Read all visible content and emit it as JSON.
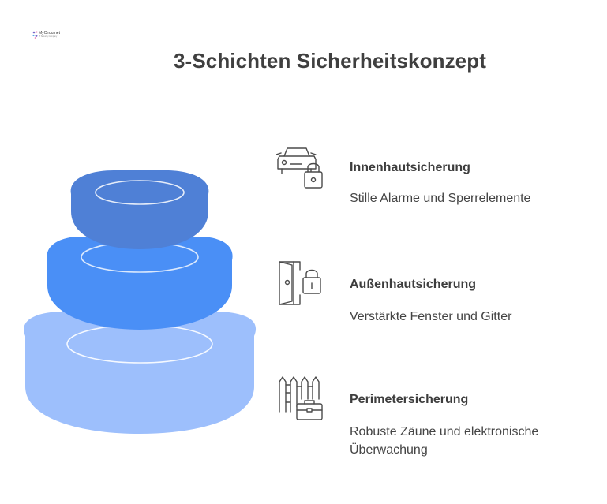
{
  "logo": {
    "name": "MyCiruu.net",
    "tagline": "IT Security Company"
  },
  "title": "3-Schichten Sicherheitskonzept",
  "layers": [
    {
      "heading": "Innenhautsicherung",
      "description": "Stille Alarme und Sperrelemente",
      "icon": "car-lock-icon",
      "color": "#4f80d6"
    },
    {
      "heading": "Außenhautsicherung",
      "description": "Verstärkte Fenster und Gitter",
      "icon": "door-lock-icon",
      "color": "#4a8ff6"
    },
    {
      "heading": "Perimetersicherung",
      "description": "Robuste Zäune und elektronische Überwachung",
      "icon": "fence-toolbox-icon",
      "color": "#9dbffc"
    }
  ]
}
